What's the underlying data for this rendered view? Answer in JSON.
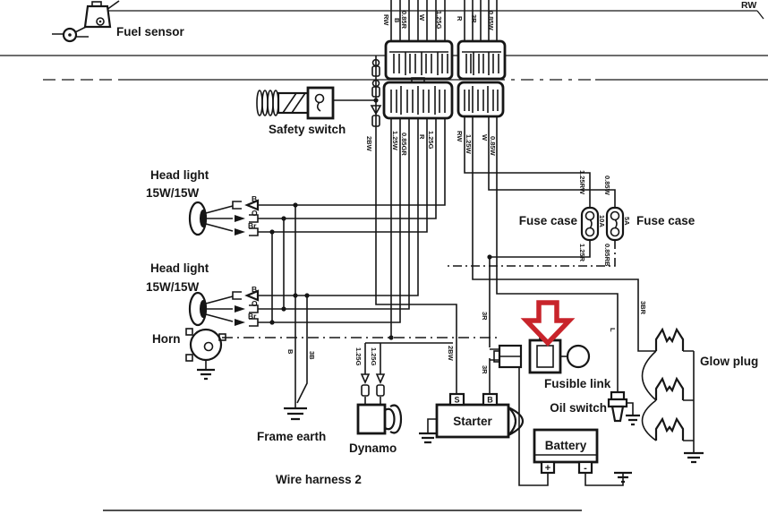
{
  "colors": {
    "ink": "#161616",
    "annotation_arrow": "#c8242b",
    "background": "#ffffff"
  },
  "icons": {
    "annotation_arrow": "red-block-arrow-down",
    "ground_icon": "chassis-ground-bars"
  },
  "components": {
    "fuel_sensor": "Fuel sensor",
    "safety_switch": "Safety switch",
    "head_light_1": {
      "label": "Head light",
      "rating": "15W/15W"
    },
    "head_light_2": {
      "label": "Head light",
      "rating": "15W/15W"
    },
    "horn": "Horn",
    "frame_earth": "Frame earth",
    "dynamo": "Dynamo",
    "starter": "Starter",
    "battery": "Battery",
    "fuse_case_left": "Fuse case",
    "fuse_case_right": "Fuse case",
    "fusible_link": "Fusible link",
    "oil_switch": "Oil switch",
    "glow_plug": "Glow plug",
    "wire_harness": "Wire harness 2"
  },
  "terminals": {
    "starter_s": "S",
    "starter_b": "B",
    "battery_plus": "+",
    "battery_minus": "-"
  },
  "fuses": {
    "left_rating": "10A",
    "right_rating": "5A"
  },
  "wire_labels": {
    "rw_top": "RW",
    "hl1": [
      "B",
      "O",
      "Br"
    ],
    "hl2": [
      "B",
      "O",
      "Br"
    ],
    "frame_b": "B",
    "frame_3b": "3B",
    "dynamo": [
      "1.25G",
      "1.25G"
    ],
    "safety_feed": "2BW",
    "starter_s_feed": "2BW",
    "starter_b_upper": "3R",
    "starter_b_lower": "3R",
    "glow_feed": "3BR",
    "oil_feed": "L",
    "fuse_left_top": "1.25RW",
    "fuse_left_bottom": "1.25R",
    "fuse_right_top": "0.85W",
    "fuse_right_bottom": "0.85RB",
    "cluster_mid_left": [
      "1.25W",
      "0.85GR",
      "R",
      "1.25G"
    ],
    "cluster_mid_right": [
      "RW",
      "1.25W",
      "W",
      "0.85W"
    ],
    "cluster_top_left": [
      "RW",
      "B",
      "0.85R",
      "W",
      "1.25G"
    ],
    "cluster_top_right": [
      "R",
      "3R",
      "0.85W"
    ]
  }
}
